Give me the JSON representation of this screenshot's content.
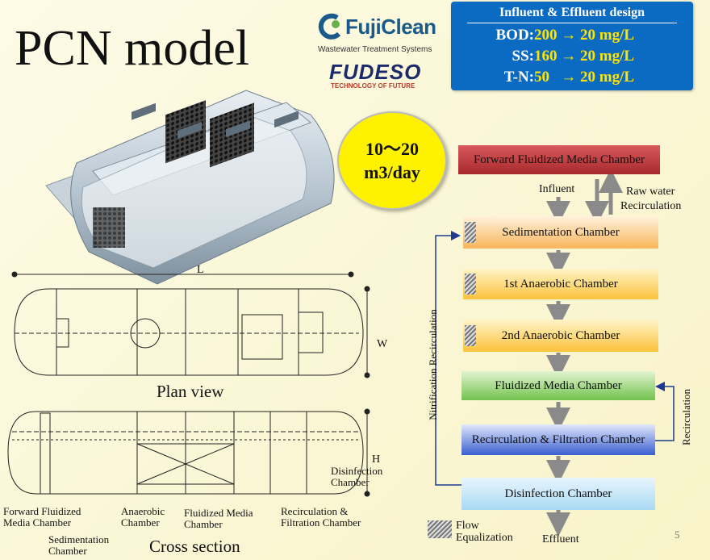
{
  "title": "PCN model",
  "logos": {
    "fujiclean_name": "FujiClean",
    "fujiclean_tagline": "Wastewater Treatment Systems",
    "fudeso_name": "FUDESO",
    "fudeso_tagline": "TECHNOLOGY OF FUTURE"
  },
  "design": {
    "header": "Influent & Effluent design",
    "rows": [
      {
        "label": "BOD:",
        "value": "200 → 20 mg/L"
      },
      {
        "label": "SS:",
        "value": "160 → 20 mg/L"
      },
      {
        "label": "T-N:",
        "value": "50   → 20 mg/L"
      }
    ]
  },
  "capacity": {
    "line1": "10～20",
    "line2": "m3/day"
  },
  "flow": {
    "chambers": [
      "Forward Fluidized Media Chamber",
      "Sedimentation Chamber",
      "1st Anaerobic Chamber",
      "2nd Anaerobic Chamber",
      "Fluidized Media Chamber",
      "Recirculation & Filtration Chamber",
      "Disinfection Chamber"
    ],
    "influent": "Influent",
    "raw_water_recirc_1": "Raw water",
    "raw_water_recirc_2": "Recirculation",
    "nitrification": "Nitrification Recirculation",
    "recirculation": "Recirculation",
    "effluent": "Effluent",
    "legend_1": "Flow",
    "legend_2": "Equalization"
  },
  "plan": {
    "L": "L",
    "W": "W",
    "caption": "Plan view"
  },
  "section": {
    "H": "H",
    "caption": "Cross section",
    "labels": {
      "forward_1": "Forward Fluidized",
      "forward_2": "Media Chamber",
      "sed_1": "Sedimentation",
      "sed_2": "Chamber",
      "anaer_1": "Anaerobic",
      "anaer_2": "Chamber",
      "fluid_1": "Fluidized Media",
      "fluid_2": "Chamber",
      "recirc_1": "Recirculation &",
      "recirc_2": "Filtration Chamber",
      "disinf_1": "Disinfection",
      "disinf_2": "Chamber"
    }
  },
  "page_number": "5",
  "colors": {
    "design_box": "#0b6ac2",
    "design_value": "#ffe400",
    "capacity_badge": "#fff200",
    "chamber_forward": "#c8373a",
    "chamber_orange": "#fba63d",
    "chamber_green": "#6cc04a",
    "chamber_blue": "#3a5fd0",
    "chamber_lightblue": "#a9d9f3"
  }
}
